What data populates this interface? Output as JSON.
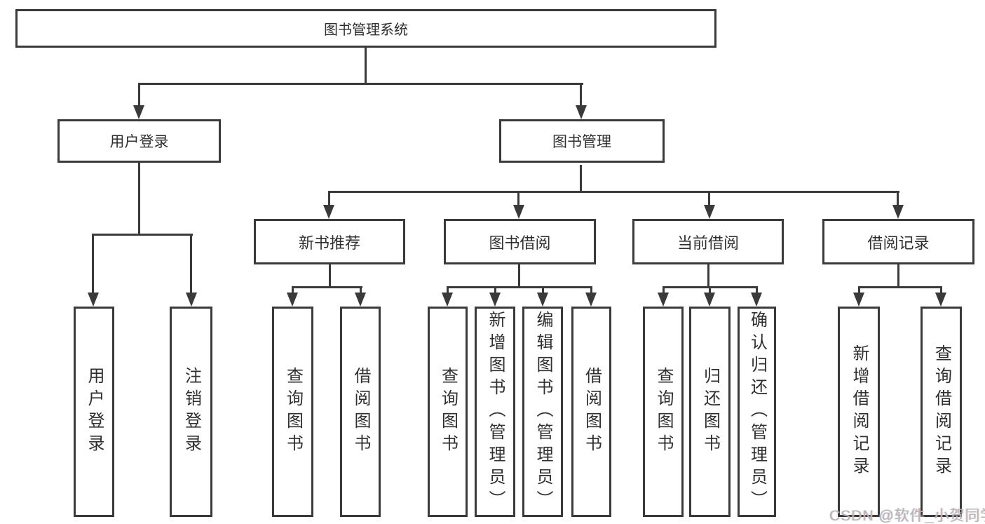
{
  "diagram_type": "hierarchy-diagram",
  "colors": {
    "line": "#3a3a3a",
    "text": "#2f2f2f",
    "background": "#ffffff",
    "watermark_gray": "#b5b5b5"
  },
  "watermark": {
    "text": "CSDN @软件_小贺同学"
  },
  "tree": {
    "label": "图书管理系统",
    "children": [
      {
        "label": "用户登录",
        "children": [
          {
            "label": "用户登录"
          },
          {
            "label": "注销登录"
          }
        ]
      },
      {
        "label": "图书管理",
        "children": [
          {
            "label": "新书推荐",
            "children": [
              {
                "label": "查询图书"
              },
              {
                "label": "借阅图书"
              }
            ]
          },
          {
            "label": "图书借阅",
            "children": [
              {
                "label": "查询图书"
              },
              {
                "label": "新增图书（管理员）"
              },
              {
                "label": "编辑图书（管理员）"
              },
              {
                "label": "借阅图书"
              }
            ]
          },
          {
            "label": "当前借阅",
            "children": [
              {
                "label": "查询图书"
              },
              {
                "label": "归还图书"
              },
              {
                "label": "确认归还（管理员）"
              }
            ]
          },
          {
            "label": "借阅记录",
            "children": [
              {
                "label": "新增借阅记录"
              },
              {
                "label": "查询借阅记录"
              }
            ]
          }
        ]
      }
    ]
  }
}
